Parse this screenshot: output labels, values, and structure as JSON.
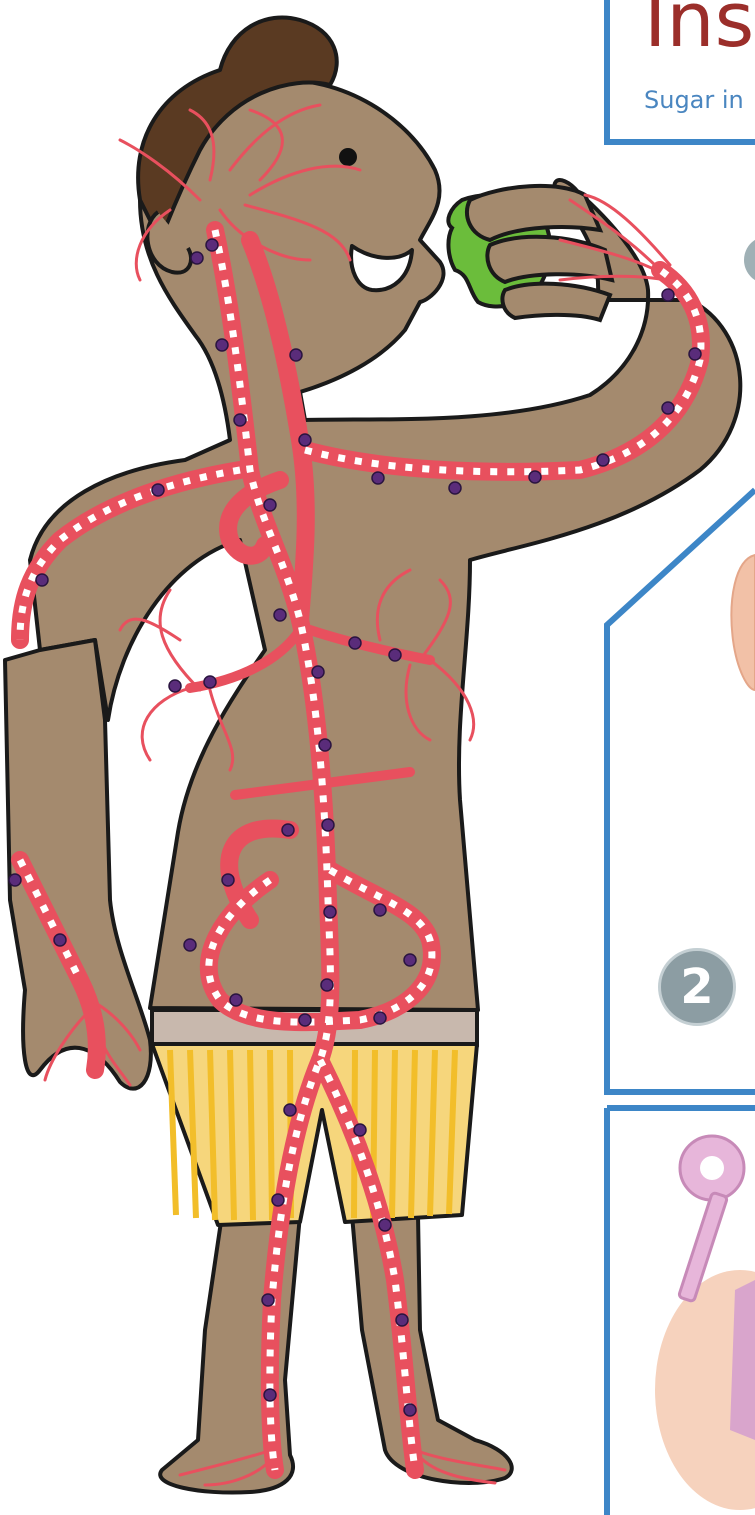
{
  "header": {
    "title": "Ins",
    "subtitle": "Sugar in"
  },
  "steps": {
    "step_2": "2"
  },
  "colors": {
    "frame_blue": "#3d86c7",
    "title_red": "#9b2e2a",
    "skin": "#a48a6e",
    "blood_vessel": "#e8505e",
    "apple_green": "#6bbd3b",
    "shorts_yellow": "#f2be2a",
    "insulin_purple": "#5a2c7a"
  }
}
